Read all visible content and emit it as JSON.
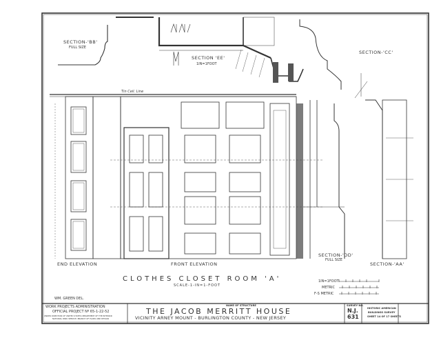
{
  "drawing": {
    "title": "CLOTHES CLOSET ROOM 'A'",
    "scale": "SCALE-1-IN=1-FOOT",
    "views": {
      "section_bb": "SECTION-'BB'",
      "section_bb_scale": "FULL SIZE",
      "section_ee": "SECTION 'EE'",
      "section_ee_scale": "1IN=1FOOT",
      "section_cc": "SECTION-'CC'",
      "section_dd": "SECTION-'DD'",
      "section_dd_scale": "FULL SIZE",
      "section_aa": "SECTION-'AA'",
      "end_elevation": "END ELEVATION",
      "front_elevation": "FRONT ELEVATION"
    },
    "ceiling_note": "Tin Ceil. Line",
    "scale_bars": [
      "1IN=1FOOT",
      "METRIC",
      "F-S METRIC"
    ],
    "delineator": "WM. GREEN DEL."
  },
  "title_block": {
    "agency": "WORK PROJECTS ADMINISTRATION",
    "project": "OFFICIAL PROJECT Nº 65-1-22-52",
    "agency_note_1": "UNDER DIRECTION OF UNITED STATES DEPARTMENT OF THE INTERIOR",
    "agency_note_2": "NATIONAL PARK SERVICE, BRANCH OF PLANS AND DESIGN",
    "name_caption": "NAME OF STRUCTURE",
    "structure_name": "THE JACOB MERRITT HOUSE",
    "location": "VICINITY ARNEY MOUNT - BURLINGTON COUNTY - NEW JERSEY",
    "survey_caption": "SURVEY NO.",
    "survey_state": "N.J.",
    "survey_number": "631",
    "habs_line1": "HISTORIC AMERICAN",
    "habs_line2": "BUILDINGS SURVEY",
    "sheet": "SHEET 14 OF 17 SHEETS"
  }
}
